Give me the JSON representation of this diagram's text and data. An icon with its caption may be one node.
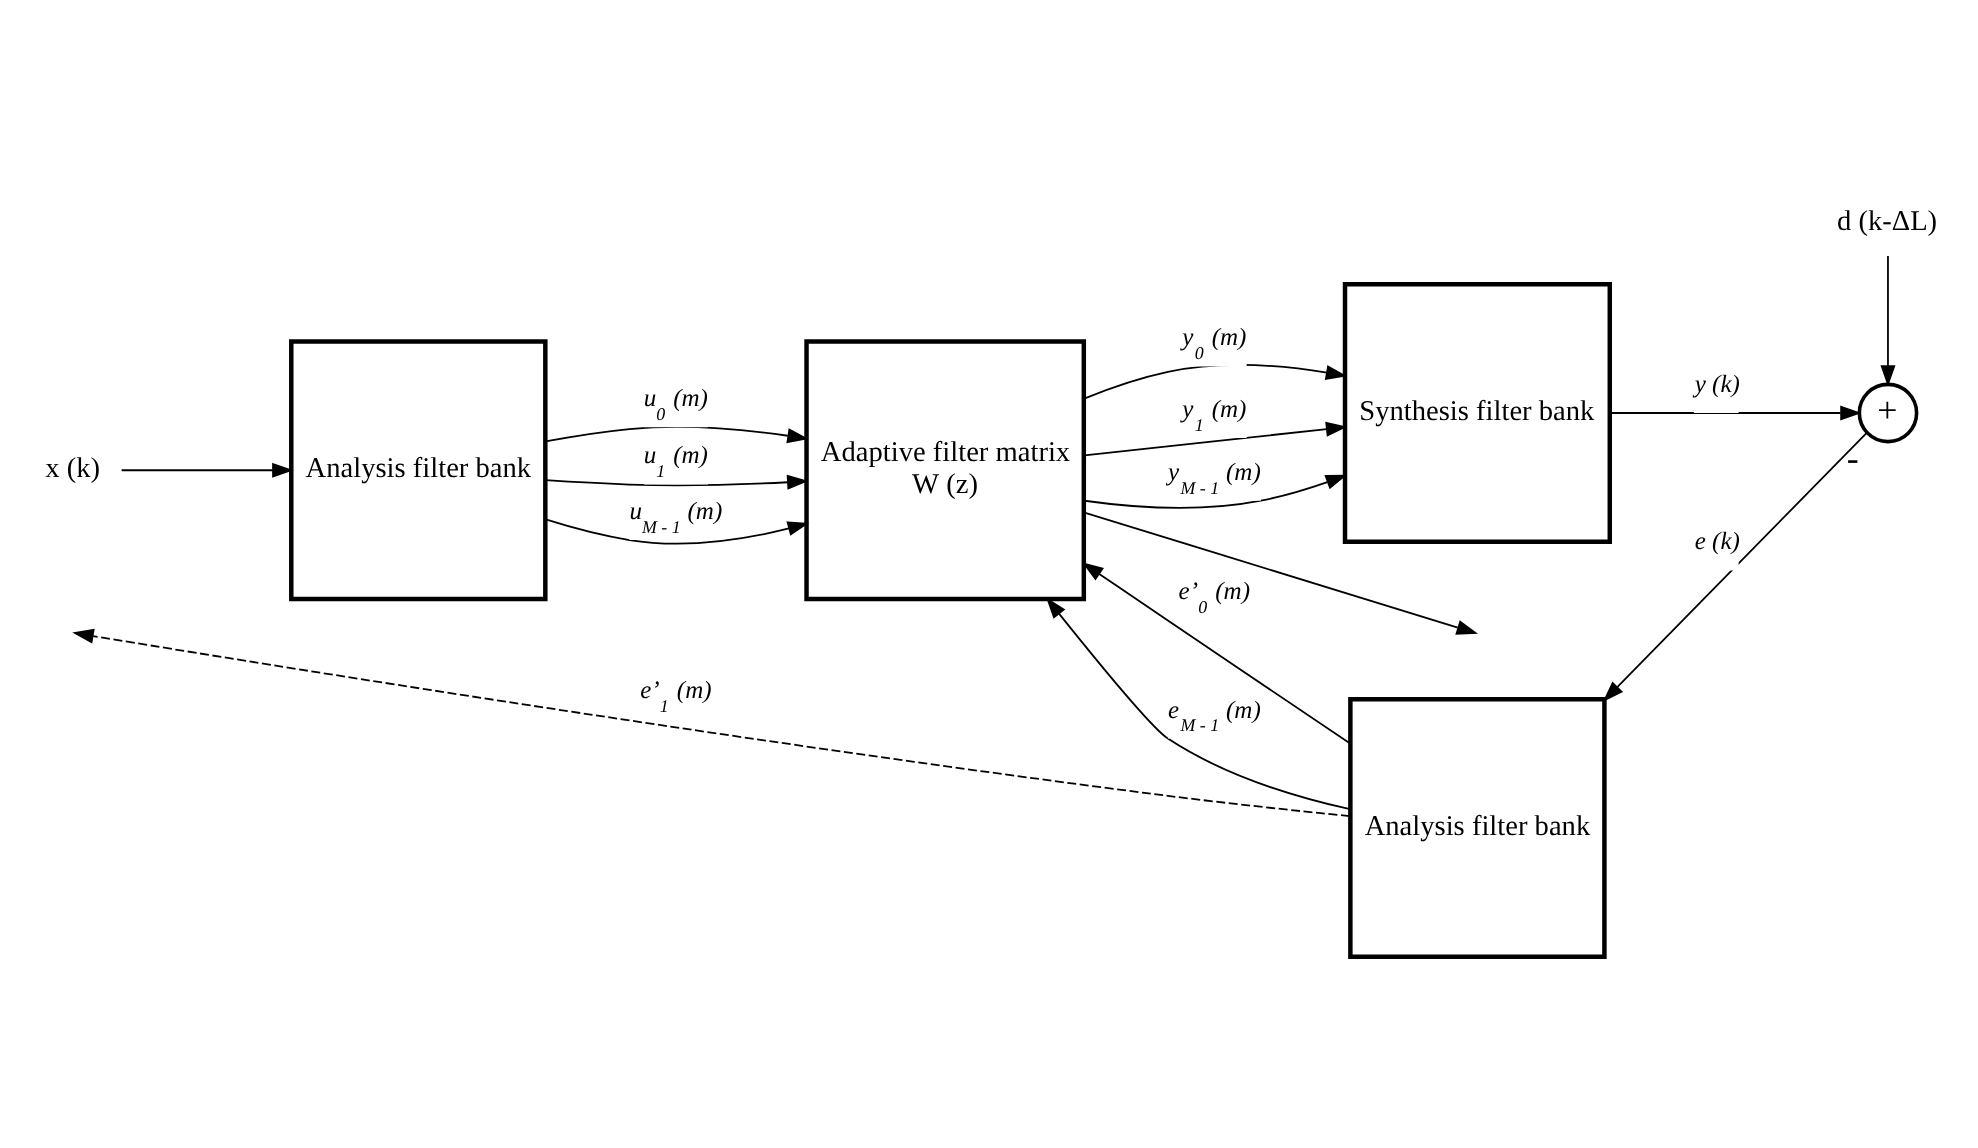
{
  "diagram": {
    "nodes": [
      {
        "text": [
          "x (k)"
        ]
      },
      {
        "text": [
          "Analysis filter bank"
        ]
      },
      {
        "text": [
          "Adaptive filter matrix",
          "W (z)"
        ]
      },
      {
        "text": [
          "Synthesis filter bank"
        ]
      },
      {
        "text": [
          "+"
        ],
        "beside": [
          "-"
        ]
      },
      {
        "text": [
          "d (k-ΔL)"
        ]
      },
      {
        "text": [
          "Analysis filter bank"
        ]
      }
    ],
    "edges": [
      {
        "from": 0,
        "to": 1,
        "arrow": "to"
      },
      {
        "from": 1,
        "to": 2,
        "arrow": "to",
        "label": "u$_{0}$ (m)"
      },
      {
        "from": 1,
        "to": 2,
        "arrow": "to",
        "label": "u$_{1}$ (m)"
      },
      {
        "from": 1,
        "to": 2,
        "arrow": "to",
        "label": "u$_{M - 1}$ (m)"
      },
      {
        "from": 2,
        "to": null,
        "arrow": "to"
      },
      {
        "from": 2,
        "to": 3,
        "arrow": "to",
        "label": "y$_{0}$ (m)"
      },
      {
        "from": 2,
        "to": 3,
        "arrow": "to",
        "label": "y$_{1}$ (m)"
      },
      {
        "from": 2,
        "to": 3,
        "arrow": "to",
        "label": "y$_{M - 1}$ (m)"
      },
      {
        "from": 3,
        "to": 4,
        "arrow": "to",
        "label": "y (k)"
      },
      {
        "from": 5,
        "to": 4,
        "arrow": "to"
      },
      {
        "from": 4,
        "to": 6,
        "arrow": "to",
        "label": "e (k)"
      },
      {
        "from": 6,
        "to": 2,
        "arrow": "to",
        "label": "e’$_{0}$ (m)"
      },
      {
        "from": 6,
        "to": null,
        "arrow": "to",
        "label": "e’$_{1}$ (m)",
        "style": "dashed"
      },
      {
        "from": 6,
        "to": 2,
        "arrow": "to",
        "label": "e$_{M - 1}$ (m)"
      }
    ]
  }
}
